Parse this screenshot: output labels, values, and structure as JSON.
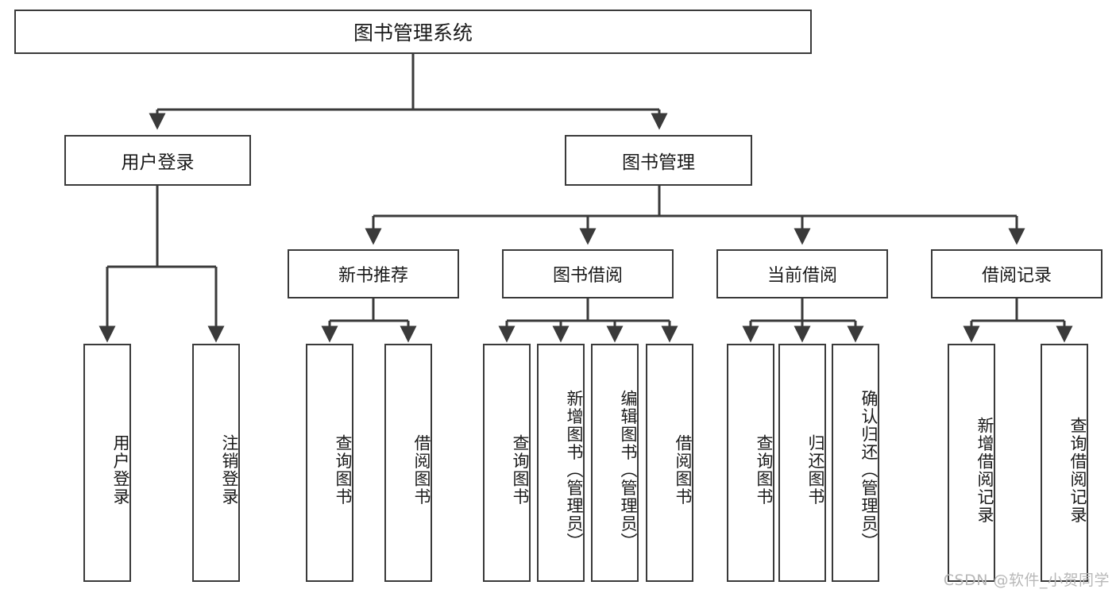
{
  "diagram": {
    "title": "图书管理系统",
    "type": "hierarchy-tree",
    "root": {
      "label": "图书管理系统"
    },
    "level1": [
      {
        "label": "用户登录"
      },
      {
        "label": "图书管理"
      }
    ],
    "level2": [
      {
        "label": "新书推荐"
      },
      {
        "label": "图书借阅"
      },
      {
        "label": "当前借阅"
      },
      {
        "label": "借阅记录"
      }
    ],
    "leaves": {
      "user_login": [
        {
          "label": "用户登录"
        },
        {
          "label": "注销登录"
        }
      ],
      "new_book": [
        {
          "label": "查询图书"
        },
        {
          "label": "借阅图书"
        }
      ],
      "book_borrow": [
        {
          "label": "查询图书"
        },
        {
          "label": "新增图书（管理员）"
        },
        {
          "label": "编辑图书（管理员）"
        },
        {
          "label": "借阅图书"
        }
      ],
      "current_borrow": [
        {
          "label": "查询图书"
        },
        {
          "label": "归还图书"
        },
        {
          "label": "确认归还（管理员）"
        }
      ],
      "borrow_record": [
        {
          "label": "新增借阅记录"
        },
        {
          "label": "查询借阅记录"
        }
      ]
    }
  },
  "watermark": {
    "text": "CSDN @软件_小贺同学"
  },
  "colors": {
    "stroke": "#3a3a3a",
    "background": "#ffffff",
    "text": "#1a1a1a",
    "watermark": "#b8b8b8"
  }
}
